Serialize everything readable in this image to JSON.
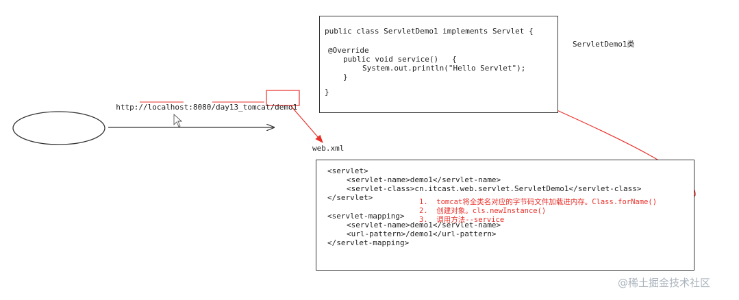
{
  "url": {
    "prefix": "http://",
    "host": "localhost",
    "port_sep": ":8080/",
    "app": "day13_tomcat",
    "slash": "/",
    "resource": "demo1"
  },
  "class_box": {
    "lines": [
      "public class ServletDemo1 implements Servlet {",
      "@Override",
      "public void service()   {",
      "System.out.println(\"Hello Servlet\");",
      "}",
      "}"
    ]
  },
  "class_label": "ServletDemo1类",
  "webxml_label": "web.xml",
  "webxml_box": {
    "servlet_open": "<servlet>",
    "servlet_name_open": "<servlet-name>",
    "servlet_name_value": "demo1",
    "servlet_name_close": "</servlet-name>",
    "servlet_class_open": "<servlet-class>",
    "servlet_class_value": "cn.itcast.web.servlet.ServletDemo1",
    "servlet_class_close": "</servlet-class>",
    "servlet_close": "</servlet>",
    "mapping_open": "<servlet-mapping>",
    "mapping_name_open": "<servlet-name>",
    "mapping_name_value": "demo1",
    "mapping_name_close": "</servlet-name>",
    "url_pattern_open": "<url-pattern>",
    "url_pattern_value": "/demo1",
    "url_pattern_close": "</url-pattern>",
    "mapping_close": "</servlet-mapping>"
  },
  "notes": [
    "1.  tomcat将全类名对应的字节码文件加载进内存。Class.forName()",
    "2.  创建对象。cls.newInstance()",
    "3.  调用方法--service"
  ],
  "watermark": "@稀土掘金技术社区",
  "colors": {
    "annotation": "#e8302a",
    "ink": "#222222",
    "border": "#333333"
  }
}
